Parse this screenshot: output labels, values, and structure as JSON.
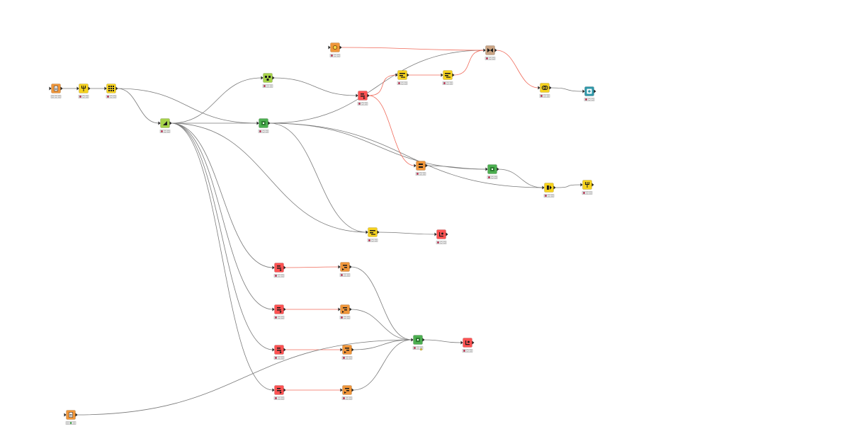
{
  "workflow": {
    "colors": {
      "source": "#f0963a",
      "manipulator": "#f6d21e",
      "learner": "#a6d24a",
      "predictor": "#4caf50",
      "flow_control": "#ff5252",
      "other": "#c9a383",
      "visualizer": "#2e97a9",
      "connection": "#7a7a7a",
      "flow_connection": "#f06a5a",
      "status_red": "#d11f4a",
      "status_yellow": "#f6d21e",
      "status_green": "#3fb54a",
      "port_blue": "#2a6bd1"
    },
    "nodes": [
      {
        "id": "reader-top",
        "kind": "source",
        "icon": "file-reader-icon",
        "status": [
          "grey",
          "grey",
          "grey"
        ]
      },
      {
        "id": "filter-1",
        "kind": "manipulator",
        "icon": "row-filter-icon",
        "status": [
          "red",
          "grey",
          "grey"
        ]
      },
      {
        "id": "column-table-1",
        "kind": "manipulator",
        "icon": "table-grid-icon",
        "status": [
          "red",
          "grey",
          "grey"
        ]
      },
      {
        "id": "partition",
        "kind": "learner",
        "icon": "partition-icon",
        "status": [
          "red",
          "grey",
          "grey"
        ]
      },
      {
        "id": "learner-top",
        "kind": "learner",
        "icon": "learner-icon",
        "status": [
          "red",
          "grey",
          "grey"
        ]
      },
      {
        "id": "predictor-center",
        "kind": "predictor",
        "icon": "predictor-icon",
        "status": [
          "red",
          "grey",
          "grey"
        ]
      },
      {
        "id": "variable-source",
        "kind": "source",
        "icon": "variable-icon",
        "status": [
          "red",
          "grey",
          "grey"
        ]
      },
      {
        "id": "loop-start-top",
        "kind": "flow_control",
        "icon": "loop-start-icon",
        "status": [
          "red",
          "grey",
          "grey"
        ]
      },
      {
        "id": "string-manip",
        "kind": "manipulator",
        "icon": "string-manipulation-icon",
        "status": [
          "red",
          "grey",
          "grey"
        ]
      },
      {
        "id": "rule-engine",
        "kind": "manipulator",
        "icon": "rule-engine-icon",
        "status": [
          "red",
          "grey",
          "grey"
        ]
      },
      {
        "id": "variable-merge",
        "kind": "other",
        "icon": "merge-variables-icon",
        "status": [
          "red",
          "grey",
          "grey"
        ]
      },
      {
        "id": "joiner-right",
        "kind": "manipulator",
        "icon": "joiner-icon",
        "status": [
          "red",
          "grey",
          "grey"
        ]
      },
      {
        "id": "view-output",
        "kind": "visualizer",
        "icon": "view-icon",
        "status": [
          "red",
          "grey",
          "grey"
        ]
      },
      {
        "id": "model-writer",
        "kind": "source",
        "icon": "model-writer-icon",
        "status": [
          "red",
          "grey",
          "grey"
        ]
      },
      {
        "id": "scorer-green",
        "kind": "predictor",
        "icon": "scorer-icon",
        "status": [
          "red",
          "grey",
          "grey"
        ]
      },
      {
        "id": "concatenate",
        "kind": "manipulator",
        "icon": "concatenate-icon",
        "status": [
          "red",
          "grey",
          "grey"
        ]
      },
      {
        "id": "filter-2",
        "kind": "manipulator",
        "icon": "row-filter-icon",
        "status": [
          "red",
          "grey",
          "grey"
        ]
      },
      {
        "id": "transform-yellow",
        "kind": "manipulator",
        "icon": "transform-icon",
        "status": [
          "red",
          "grey",
          "grey"
        ]
      },
      {
        "id": "loop-end-single",
        "kind": "flow_control",
        "icon": "loop-end-icon",
        "status": [
          "red",
          "grey",
          "grey"
        ]
      },
      {
        "id": "loop-start-a",
        "kind": "flow_control",
        "icon": "loop-start-icon",
        "status": [
          "red",
          "grey",
          "grey"
        ]
      },
      {
        "id": "loop-body-a",
        "kind": "source",
        "icon": "loop-body-icon",
        "status": [
          "red",
          "grey",
          "grey"
        ]
      },
      {
        "id": "loop-start-b",
        "kind": "flow_control",
        "icon": "loop-start-icon",
        "status": [
          "red",
          "grey",
          "grey"
        ]
      },
      {
        "id": "loop-body-b",
        "kind": "source",
        "icon": "loop-body-icon",
        "status": [
          "red",
          "grey",
          "grey"
        ]
      },
      {
        "id": "loop-start-c",
        "kind": "flow_control",
        "icon": "loop-start-icon",
        "status": [
          "red",
          "grey",
          "grey"
        ]
      },
      {
        "id": "loop-body-c",
        "kind": "source",
        "icon": "loop-body-icon",
        "status": [
          "red",
          "grey",
          "grey"
        ]
      },
      {
        "id": "loop-start-d",
        "kind": "flow_control",
        "icon": "loop-start-icon",
        "status": [
          "red",
          "grey",
          "grey"
        ]
      },
      {
        "id": "loop-body-d",
        "kind": "source",
        "icon": "loop-body-icon",
        "status": [
          "red",
          "grey",
          "grey"
        ]
      },
      {
        "id": "predictor-bottom",
        "kind": "predictor",
        "icon": "predictor-icon",
        "status": [
          "red",
          "grey",
          "grey"
        ],
        "warning": true
      },
      {
        "id": "loop-end-bottom",
        "kind": "flow_control",
        "icon": "loop-end-icon",
        "status": [
          "red",
          "grey",
          "grey"
        ]
      },
      {
        "id": "reader-bottom",
        "kind": "source",
        "icon": "file-reader-icon",
        "status": [
          "grey",
          "green",
          "grey"
        ]
      }
    ],
    "connections": [
      {
        "from": "reader-top",
        "to": "filter-1",
        "type": "data"
      },
      {
        "from": "filter-1",
        "to": "column-table-1",
        "type": "data"
      },
      {
        "from": "column-table-1",
        "to": "partition",
        "type": "data"
      },
      {
        "from": "column-table-1",
        "to": "predictor-center",
        "type": "data"
      },
      {
        "from": "partition",
        "to": "learner-top",
        "type": "data"
      },
      {
        "from": "partition",
        "to": "predictor-center",
        "type": "data"
      },
      {
        "from": "partition",
        "to": "transform-yellow",
        "type": "data"
      },
      {
        "from": "partition",
        "to": "loop-start-a",
        "type": "data"
      },
      {
        "from": "partition",
        "to": "loop-start-b",
        "type": "data"
      },
      {
        "from": "partition",
        "to": "loop-start-c",
        "type": "data"
      },
      {
        "from": "partition",
        "to": "loop-start-d",
        "type": "data"
      },
      {
        "from": "learner-top",
        "to": "loop-start-top",
        "type": "data"
      },
      {
        "from": "predictor-center",
        "to": "variable-merge",
        "type": "data"
      },
      {
        "from": "predictor-center",
        "to": "scorer-green",
        "type": "data"
      },
      {
        "from": "predictor-center",
        "to": "concatenate",
        "type": "data"
      },
      {
        "from": "predictor-center",
        "to": "transform-yellow",
        "type": "data"
      },
      {
        "from": "variable-source",
        "to": "variable-merge",
        "type": "flow"
      },
      {
        "from": "loop-start-top",
        "to": "string-manip",
        "type": "flow"
      },
      {
        "from": "string-manip",
        "to": "rule-engine",
        "type": "flow"
      },
      {
        "from": "rule-engine",
        "to": "variable-merge",
        "type": "flow"
      },
      {
        "from": "variable-merge",
        "to": "joiner-right",
        "type": "flow"
      },
      {
        "from": "loop-start-top",
        "to": "model-writer",
        "type": "flow"
      },
      {
        "from": "joiner-right",
        "to": "view-output",
        "type": "data"
      },
      {
        "from": "model-writer",
        "to": "scorer-green",
        "type": "data"
      },
      {
        "from": "scorer-green",
        "to": "concatenate",
        "type": "data"
      },
      {
        "from": "concatenate",
        "to": "filter-2",
        "type": "data"
      },
      {
        "from": "transform-yellow",
        "to": "loop-end-single",
        "type": "data"
      },
      {
        "from": "loop-start-a",
        "to": "loop-body-a",
        "type": "flow"
      },
      {
        "from": "loop-start-b",
        "to": "loop-body-b",
        "type": "flow"
      },
      {
        "from": "loop-start-c",
        "to": "loop-body-c",
        "type": "flow"
      },
      {
        "from": "loop-start-d",
        "to": "loop-body-d",
        "type": "flow"
      },
      {
        "from": "loop-body-a",
        "to": "predictor-bottom",
        "type": "data"
      },
      {
        "from": "loop-body-b",
        "to": "predictor-bottom",
        "type": "data"
      },
      {
        "from": "loop-body-c",
        "to": "predictor-bottom",
        "type": "data"
      },
      {
        "from": "loop-body-d",
        "to": "predictor-bottom",
        "type": "data"
      },
      {
        "from": "reader-bottom",
        "to": "predictor-bottom",
        "type": "data"
      },
      {
        "from": "predictor-bottom",
        "to": "loop-end-bottom",
        "type": "data"
      }
    ]
  }
}
